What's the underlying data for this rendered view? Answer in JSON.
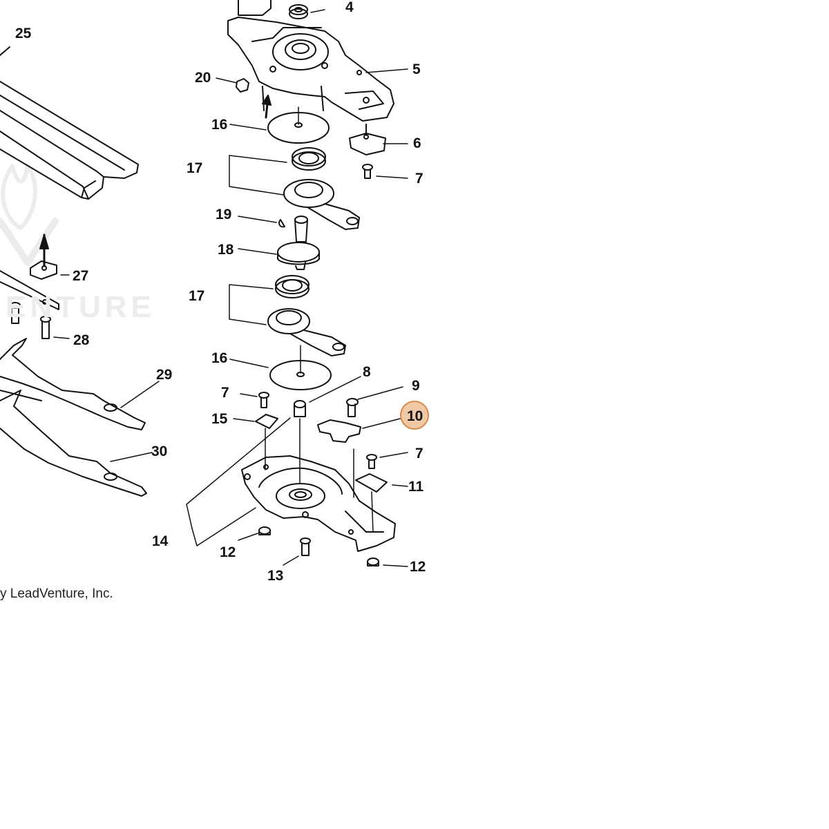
{
  "diagram": {
    "labels": [
      "4",
      "25",
      "5",
      "20",
      "16",
      "6",
      "17",
      "7",
      "19",
      "18",
      "27",
      "17",
      "28",
      "16",
      "29",
      "8",
      "9",
      "7",
      "15",
      "10",
      "7",
      "30",
      "11",
      "14",
      "12",
      "13",
      "12"
    ],
    "highlighted_callout": "10",
    "highlight_color": "#efc9a6",
    "highlight_border": "#d9894c"
  },
  "watermark": {
    "text": "ENTURE"
  },
  "footer": {
    "copyright": "y LeadVenture, Inc."
  }
}
